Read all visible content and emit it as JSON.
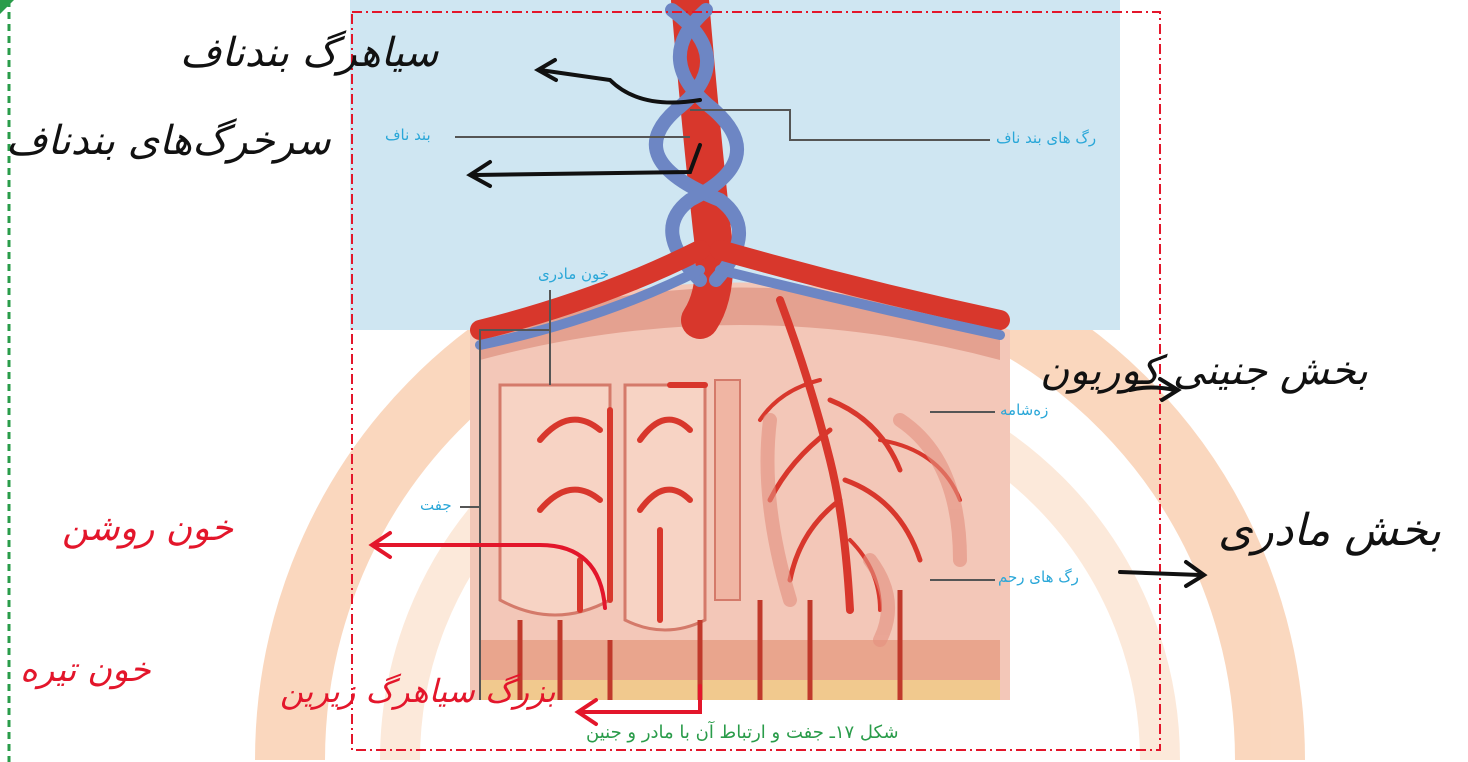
{
  "figure": {
    "caption": "شکل ۱۷ـ جفت و ارتباط آن با مادر و جنین",
    "printed_labels": {
      "umbilical_cord": "بند ناف",
      "umbilical_vessels": "رگ های بند ناف",
      "maternal_blood": "خون مادری",
      "villi": "زه‌شامه",
      "placenta": "جفت",
      "uterine_vessels": "رگ های رحم"
    }
  },
  "annotations": {
    "umbilical_vein": "سیاهرگ بندناف",
    "umbilical_arteries": "سرخرگ‌های بندناف",
    "fetal_part": "بخش جنینی کوریون",
    "maternal_part": "بخش مادری",
    "oxygenated_blood": "خون روشن",
    "deoxygenated_blood": "خون تیره",
    "large_vein": "بزرگ سیاهرگ زیرین"
  },
  "colors": {
    "background_top": "#cfe6f2",
    "tissue": "#f3c7b8",
    "artery_red": "#d8372c",
    "vein_blue": "#6d86c4",
    "label_blue": "#2aa7d8",
    "caption_green": "#2a9c4a",
    "ink_red": "#e3162b",
    "ink_black": "#111111",
    "frame_red": "#e3162b",
    "watermark_orange": "#f6b88a"
  }
}
